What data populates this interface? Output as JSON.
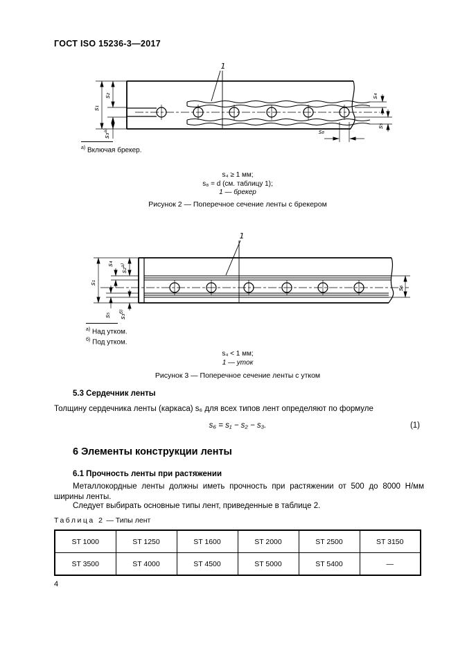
{
  "page": {
    "header": "ГОСТ ISO 15236-3—2017",
    "number": "4"
  },
  "figure2": {
    "part_label": "1",
    "dims": {
      "s1": "s₁",
      "s2": "s₂",
      "s3": "s₃",
      "s3_sup": "а)",
      "s4": "s₄",
      "s5": "s₅",
      "s8": "s₈"
    },
    "footnote": {
      "marker": "а)",
      "text": "Включая брекер."
    },
    "notes": [
      "s₄ ≥ 1 мм;",
      "s₈ = d (см. таблицу 1);",
      "1 — брекер"
    ],
    "caption": "Рисунок 2 — Поперечное сечение ленты с брекером"
  },
  "figure3": {
    "part_label": "1",
    "dims": {
      "s1": "s₁",
      "s2": "s₂",
      "s2_sup": "а)",
      "s3": "s₃",
      "s3_sup": "б)",
      "s4": "s₄",
      "s5": "s₅",
      "s6": "s₆"
    },
    "footnotes": [
      {
        "marker": "а)",
        "text": "Над утком."
      },
      {
        "marker": "б)",
        "text": "Под утком."
      }
    ],
    "notes": [
      "s₄ < 1 мм;",
      "1 — уток"
    ],
    "caption": "Рисунок 3 — Поперечное сечение ленты с утком"
  },
  "section53": {
    "title": "5.3 Сердечник ленты",
    "body": "Толщину сердечника ленты (каркаса) s₆ для всех типов лент определяют по формуле",
    "formula": "s₆ = s₁ − s₂ − s₃.",
    "formula_number": "(1)"
  },
  "section6": {
    "title": "6 Элементы конструкции ленты"
  },
  "section61": {
    "title": "6.1 Прочность ленты при растяжении",
    "para1": "Металлокордные ленты должны иметь прочность при растяжении от 500 до 8000 Н/мм ширины ленты.",
    "para2": "Следует выбирать основные типы лент, приведенные в таблице 2."
  },
  "table2": {
    "label_spaced": "Таблица 2",
    "label_rest": "— Типы лент",
    "rows": [
      [
        "ST 1000",
        "ST 1250",
        "ST 1600",
        "ST 2000",
        "ST 2500",
        "ST 3150"
      ],
      [
        "ST 3500",
        "ST 4000",
        "ST 4500",
        "ST 5000",
        "ST 5400",
        "—"
      ]
    ]
  }
}
